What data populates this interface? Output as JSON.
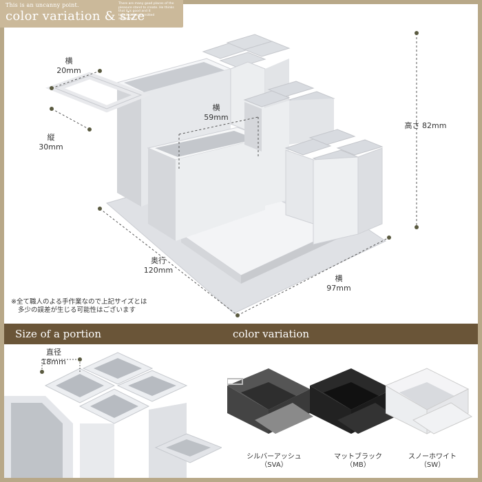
{
  "header": {
    "small_text": "This is an uncanny point.",
    "title": "color variation & size",
    "note_lines": [
      "There are many good places of the",
      "pleasure stand to create. He thinks",
      "that it is good and it",
      "tells being transmitted",
      "altogether."
    ]
  },
  "dimensions": {
    "handle_width_label": "横",
    "handle_width_value": "20mm",
    "handle_depth_label": "縦",
    "handle_depth_value": "30mm",
    "compartment_width_label": "横",
    "compartment_width_value": "59mm",
    "height_label": "高さ 82mm",
    "depth_label": "奥行",
    "depth_value": "120mm",
    "width_label": "横",
    "width_value": "97mm"
  },
  "disclaimer": [
    "※全て職人のよる手作業なので上記サイズとは",
    "多少の誤差が生じる可能性はございます"
  ],
  "portion_section": {
    "title": "Size of a portion",
    "diameter_label": "直径",
    "diameter_value": "18mm"
  },
  "variation_section": {
    "title": "color variation",
    "items": [
      {
        "name": "シルバーアッシュ",
        "code": "（SVA）",
        "color": "#2e2e2e"
      },
      {
        "name": "マットブラック",
        "code": "（MB）",
        "color": "#1c1c1c"
      },
      {
        "name": "スノーホワイト",
        "code": "（SW）",
        "color": "#eeeeee"
      }
    ]
  },
  "colors": {
    "frame": "#b8a888",
    "header_tag": "#cbb99a",
    "section_bar": "#6a5538",
    "product_white": "#e9e9ec"
  }
}
